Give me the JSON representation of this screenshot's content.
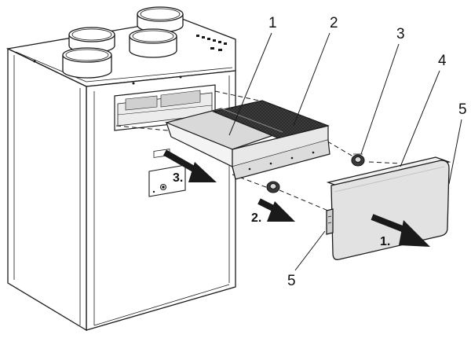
{
  "callouts": {
    "c1": "1",
    "c2": "2",
    "c3": "3",
    "c4": "4",
    "c5a": "5",
    "c5b": "5"
  },
  "steps": {
    "s1": "1.",
    "s2": "2.",
    "s3": "3."
  },
  "colors": {
    "line": "#1a1a1a",
    "housing": "#ffffff",
    "cover": "#e2e2e2",
    "filter_dark": "#2b2b2b",
    "filter_light": "#d9d9d9"
  }
}
